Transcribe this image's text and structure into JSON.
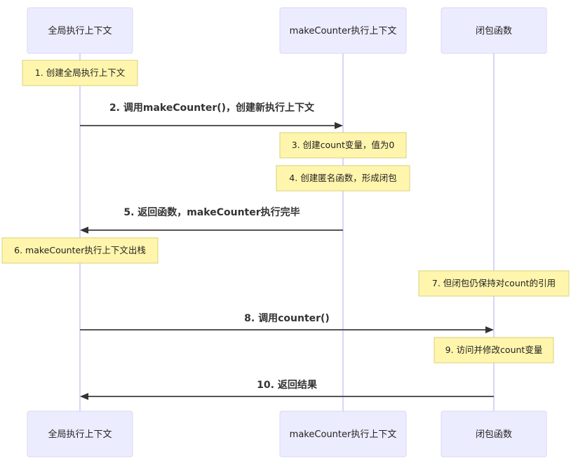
{
  "participants": [
    {
      "id": "global",
      "label": "全局执行上下文"
    },
    {
      "id": "make",
      "label": "makeCounter执行上下文"
    },
    {
      "id": "closure",
      "label": "闭包函数"
    }
  ],
  "steps": [
    {
      "kind": "note",
      "over": "global",
      "text": "1. 创建全局执行上下文"
    },
    {
      "kind": "message",
      "from": "global",
      "to": "make",
      "text": "2. 调用makeCounter()，创建新执行上下文"
    },
    {
      "kind": "note",
      "over": "make",
      "text": "3. 创建count变量，值为0"
    },
    {
      "kind": "note",
      "over": "make",
      "text": "4. 创建匿名函数，形成闭包"
    },
    {
      "kind": "message",
      "from": "make",
      "to": "global",
      "text": "5. 返回函数，makeCounter执行完毕"
    },
    {
      "kind": "note",
      "over": "global",
      "text": "6. makeCounter执行上下文出栈"
    },
    {
      "kind": "note",
      "over": "closure",
      "text": "7. 但闭包仍保持对count的引用"
    },
    {
      "kind": "message",
      "from": "global",
      "to": "closure",
      "text": "8. 调用counter()"
    },
    {
      "kind": "note",
      "over": "closure",
      "text": "9. 访问并修改count变量"
    },
    {
      "kind": "message",
      "from": "closure",
      "to": "global",
      "text": "10. 返回结果"
    }
  ],
  "colors": {
    "actor_fill": "#ECECFF",
    "actor_border": "#DCD4F8",
    "lifeline": "#DCD4F8",
    "note_fill": "#FFF5AD",
    "note_border": "#D8D27A",
    "message_line": "#555555",
    "text": "#333333"
  }
}
